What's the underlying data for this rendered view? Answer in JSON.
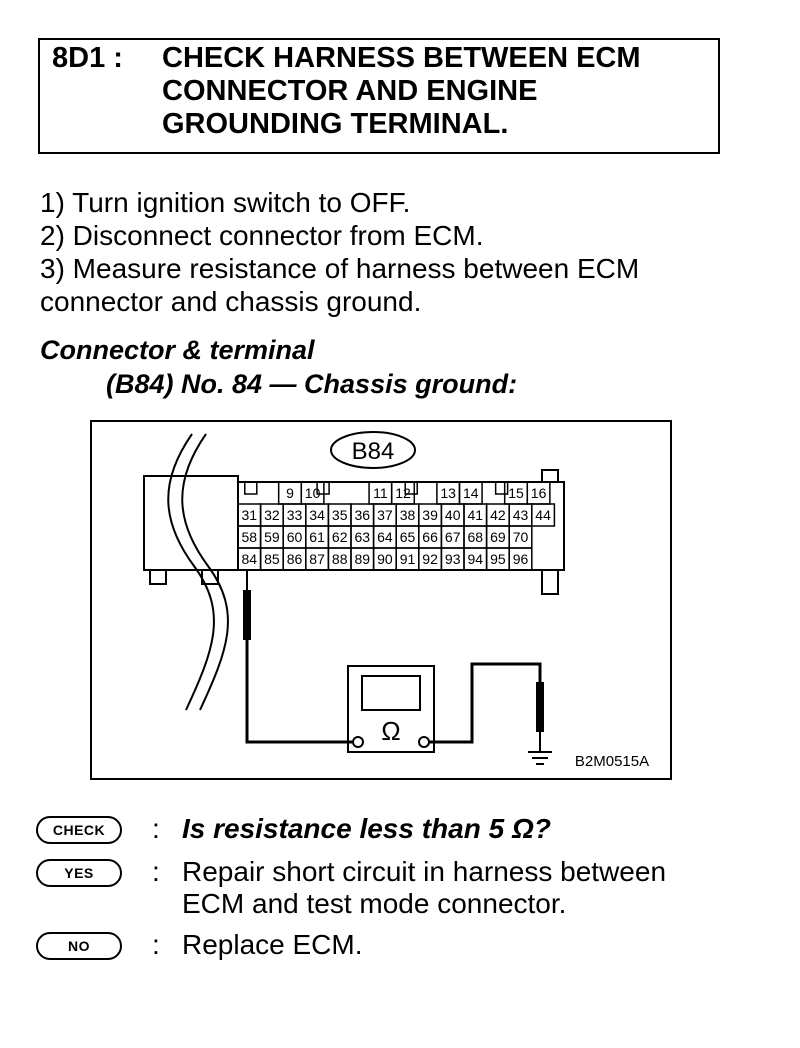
{
  "header": {
    "code": "8D1 :",
    "title_lines": [
      "CHECK HARNESS BETWEEN ECM",
      "CONNECTOR AND ENGINE",
      "GROUNDING TERMINAL."
    ]
  },
  "steps": [
    "1) Turn ignition switch to OFF.",
    "2) Disconnect connector from ECM.",
    "3) Measure resistance of harness between ECM",
    "connector and chassis ground."
  ],
  "connector": {
    "heading": "Connector & terminal",
    "spec": "(B84) No. 84 — Chassis ground:"
  },
  "figure": {
    "connector_label": "B84",
    "figure_code": "B2M0515A",
    "meter_symbol": "Ω",
    "row1": [
      "9",
      "10",
      "11",
      "12",
      "13",
      "14",
      "15",
      "16"
    ],
    "row2": [
      "31",
      "32",
      "33",
      "34",
      "35",
      "36",
      "37",
      "38",
      "39",
      "40",
      "41",
      "42",
      "43",
      "44"
    ],
    "row3": [
      "58",
      "59",
      "60",
      "61",
      "62",
      "63",
      "64",
      "65",
      "66",
      "67",
      "68",
      "69",
      "70"
    ],
    "row4": [
      "84",
      "85",
      "86",
      "87",
      "88",
      "89",
      "90",
      "91",
      "92",
      "93",
      "94",
      "95",
      "96"
    ]
  },
  "results": {
    "check": {
      "badge": "CHECK",
      "colon": ":",
      "text": "Is resistance less than 5 Ω?"
    },
    "yes": {
      "badge": "YES",
      "colon": ":",
      "line1": "Repair short circuit in harness between",
      "line2": "ECM and test mode connector."
    },
    "no": {
      "badge": "NO",
      "colon": ":",
      "text": "Replace ECM."
    }
  }
}
